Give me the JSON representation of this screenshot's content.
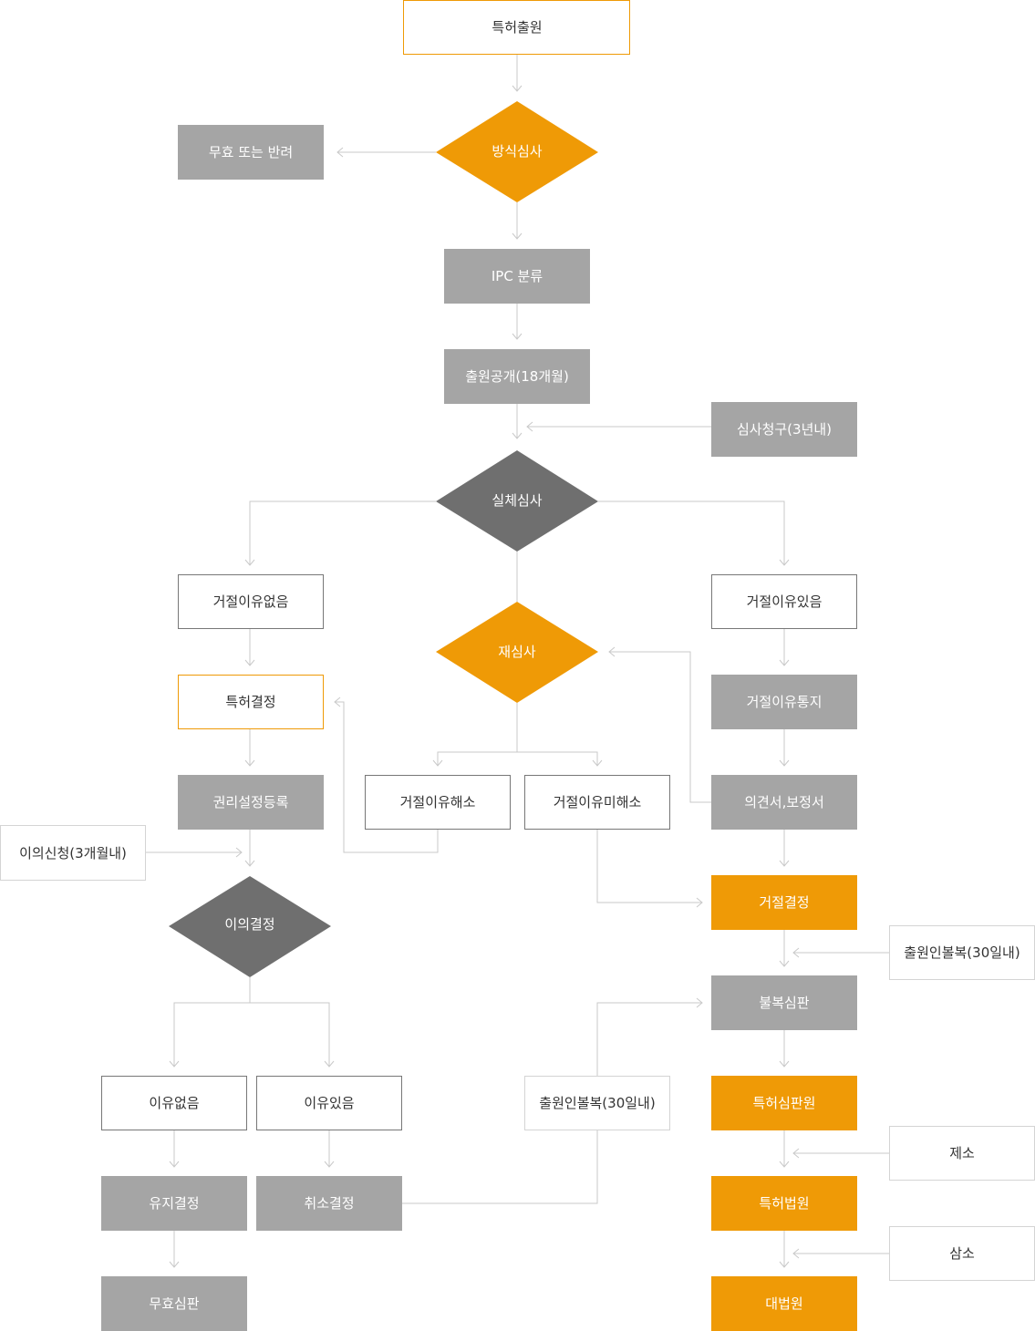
{
  "colors": {
    "orange": "#ef9a06",
    "gray_box": "#a5a5a5",
    "dark_diamond": "#6f6f6f",
    "border_gray": "#777777",
    "connector": "#c9c9c9"
  },
  "nodes": {
    "patent_application": "특허출원",
    "formal_examination": "방식심사",
    "invalid_or_return": "무효 또는 반려",
    "ipc_classification": "IPC 분류",
    "publication": "출원공개(18개월)",
    "examination_request": "심사청구(3년내)",
    "substantive_examination": "실체심사",
    "no_rejection_reason": "거절이유없음",
    "rejection_reason_exists": "거절이유있음",
    "reexamination": "재심사",
    "patent_decision": "특허결정",
    "rejection_notice": "거절이유통지",
    "rights_registration": "권리설정등록",
    "rejection_resolved": "거절이유해소",
    "rejection_unresolved": "거절이유미해소",
    "opinion_amendment": "의견서,보정서",
    "opposition_filing": "이의신청(3개월내)",
    "opposition_decision": "이의결정",
    "rejection_decision": "거절결정",
    "appeal_applicant_right": "출원인볼복(30일내)",
    "appeal_trial": "불복심판",
    "no_grounds": "이유없음",
    "grounds_exist": "이유있음",
    "appeal_applicant_mid": "출원인볼복(30일내)",
    "ip_tribunal": "특허심판원",
    "filing_suit": "제소",
    "maintenance_decision": "유지결정",
    "cancellation_decision": "취소결정",
    "patent_court": "특허법원",
    "supreme_appeal": "삼소",
    "invalidation_trial": "무효심판",
    "supreme_court": "대법원"
  }
}
